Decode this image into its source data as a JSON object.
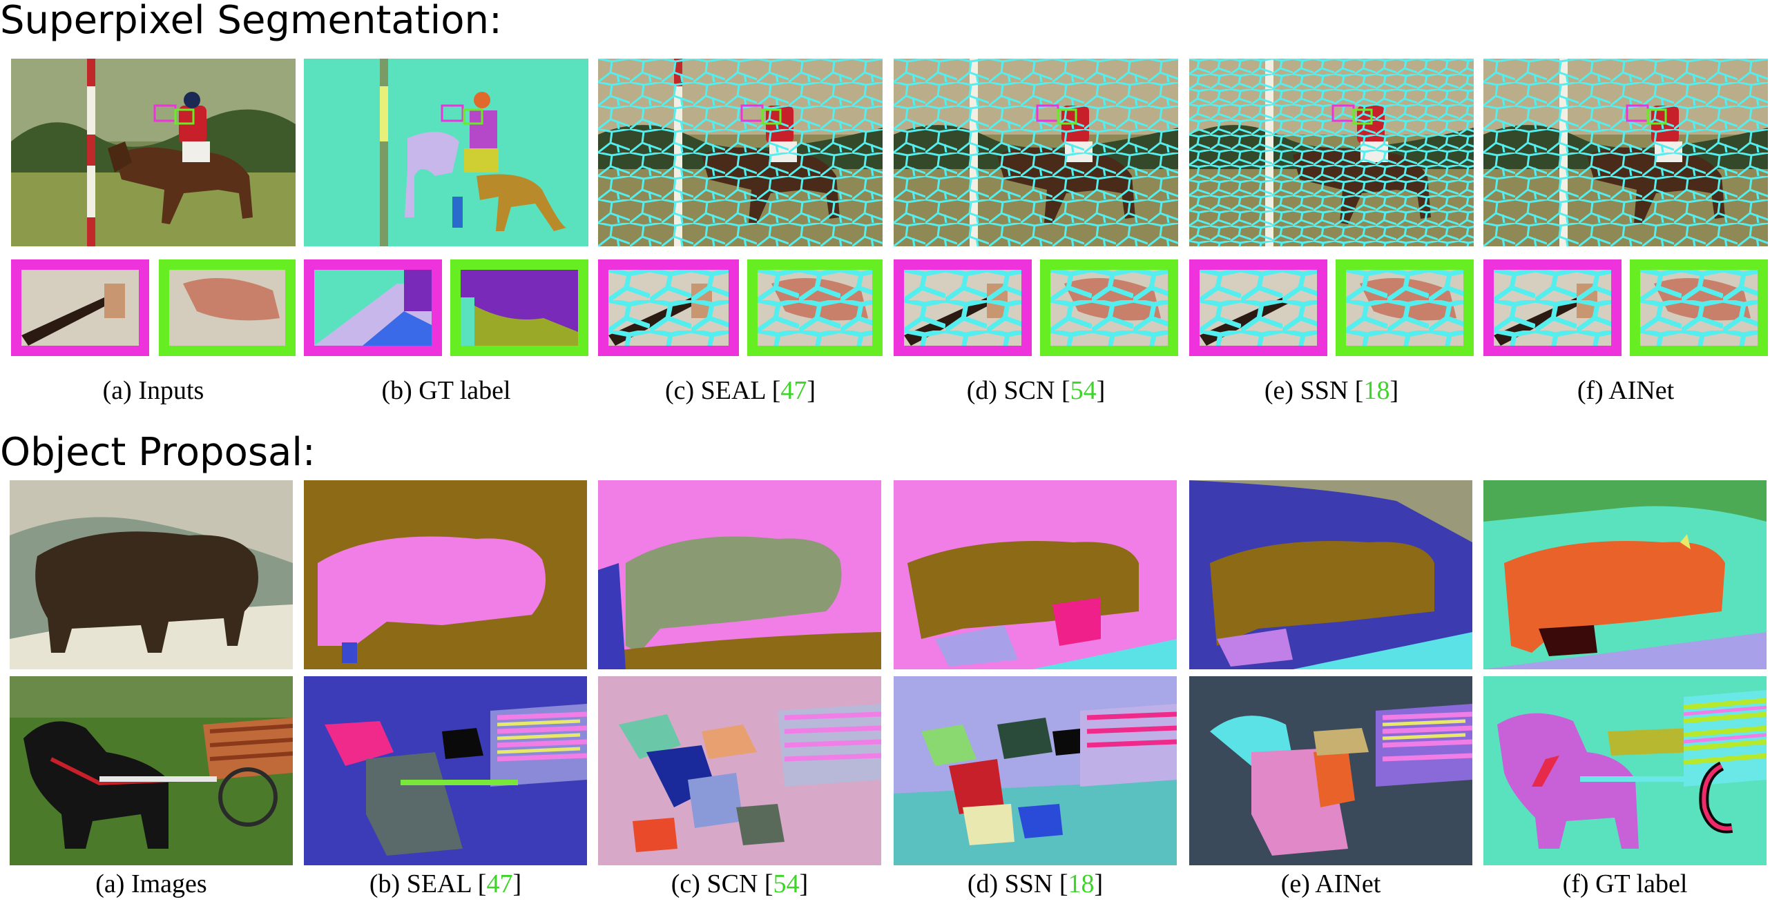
{
  "sections": {
    "superpixel_title": "Superpixel Segmentation:",
    "proposal_title": "Object Proposal:"
  },
  "colors": {
    "boundary": "#55eeee",
    "crop_magenta": "#ee33dd",
    "crop_green": "#66ee22",
    "citation": "#3fd42a"
  },
  "superpixel_captions": [
    {
      "label": "(a)  Inputs",
      "cite": ""
    },
    {
      "label": "(b)  GT label",
      "cite": ""
    },
    {
      "label": "(c)  SEAL",
      "cite": "47"
    },
    {
      "label": "(d)  SCN",
      "cite": "54"
    },
    {
      "label": "(e)  SSN",
      "cite": "18"
    },
    {
      "label": "(f)  AINet",
      "cite": ""
    }
  ],
  "proposal_captions": [
    {
      "label": "(a) Images",
      "cite": ""
    },
    {
      "label": "(b) SEAL",
      "cite": "47"
    },
    {
      "label": "(c) SCN",
      "cite": "54"
    },
    {
      "label": "(d) SSN",
      "cite": "18"
    },
    {
      "label": "(e) AINet",
      "cite": ""
    },
    {
      "label": "(f) GT label",
      "cite": ""
    }
  ]
}
